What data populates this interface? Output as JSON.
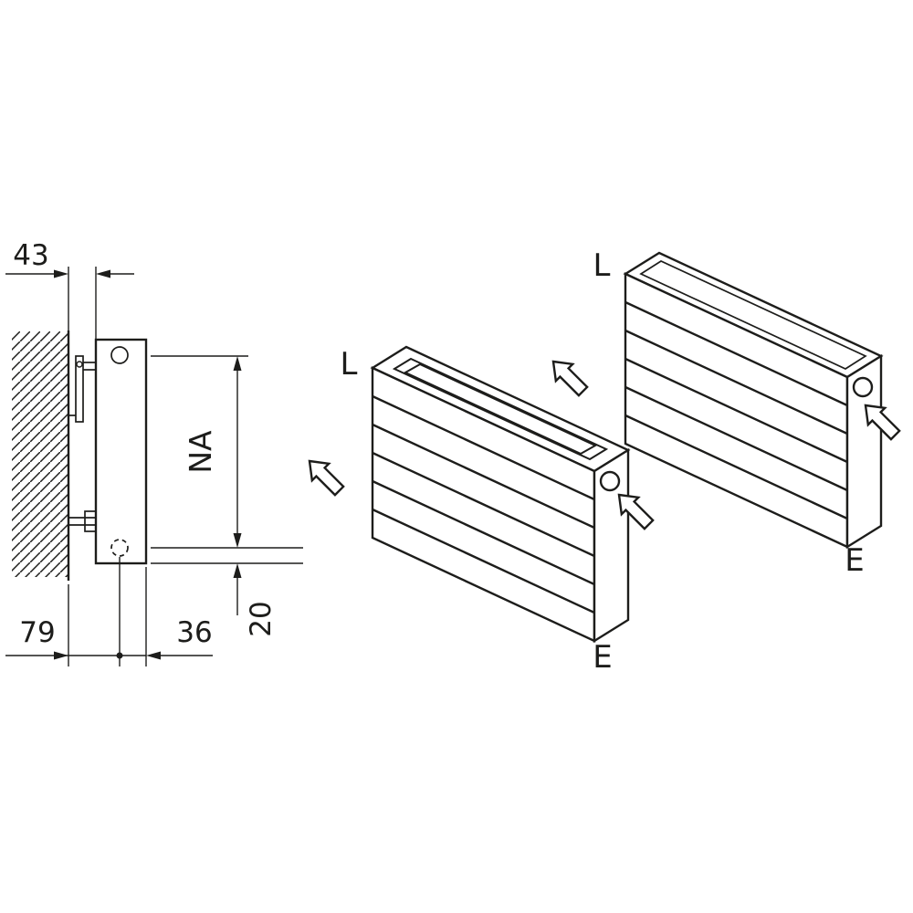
{
  "colors": {
    "line": "#1d1d1b",
    "background": "#ffffff"
  },
  "side_view": {
    "dim_wall_distance": "43",
    "dim_hub_distance": "NA",
    "dim_bracket_offset": "79",
    "dim_pipe_offset": "36",
    "dim_bottom_offset": "20"
  },
  "iso_front_radiator": {
    "inlet_label": "L",
    "outlet_label": "E"
  },
  "iso_back_radiator": {
    "inlet_label": "L",
    "outlet_label": "E"
  }
}
